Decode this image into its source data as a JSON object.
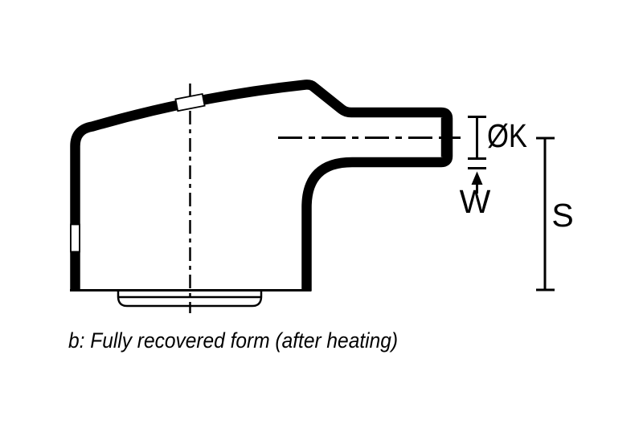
{
  "figure": {
    "caption": "b: Fully recovered form (after heating)",
    "dimensions": {
      "diameter": "ØK",
      "wall_thickness": "W",
      "height": "S"
    },
    "colors": {
      "line": "#000000",
      "background": "#ffffff"
    }
  }
}
